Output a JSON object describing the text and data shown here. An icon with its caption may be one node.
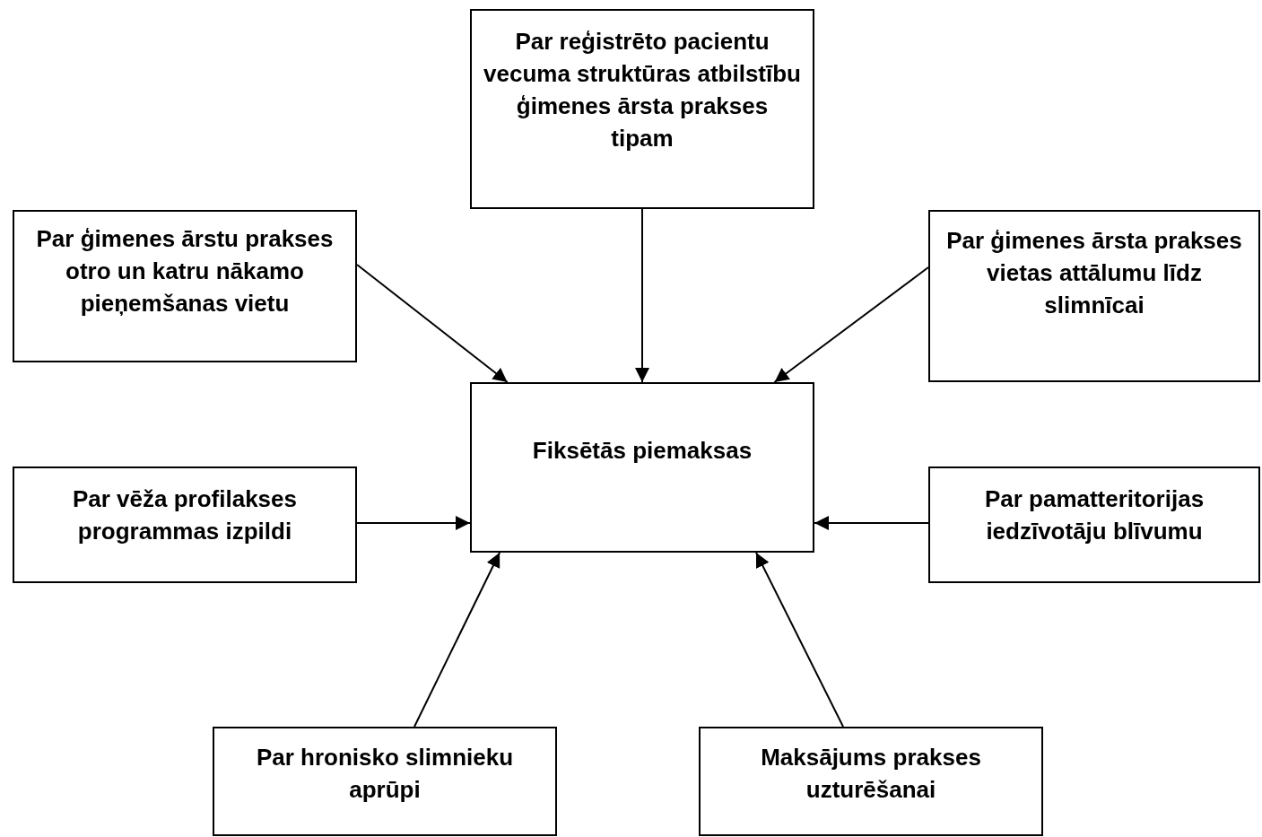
{
  "diagram": {
    "nodes": [
      {
        "text": [
          "Par reģistrēto pacientu vecuma struktūras atbilstību ģimenes ārsta prakses tipam"
        ]
      },
      {
        "text": [
          "Par ģimenes ārstu prakses otro un katru nākamo pieņemšanas vietu"
        ]
      },
      {
        "text": [
          "Par ģimenes ārsta prakses vietas attālumu līdz slimnīcai"
        ]
      },
      {
        "text": [
          "Fiksētās piemaksas"
        ]
      },
      {
        "text": [
          "Par vēža profilakses programmas izpildi"
        ]
      },
      {
        "text": [
          "Par pamatteritorijas iedzīvotāju blīvumu"
        ]
      },
      {
        "text": [
          "Par hronisko slimnieku aprūpi"
        ]
      },
      {
        "text": [
          "Maksājums prakses uzturēšanai"
        ]
      }
    ],
    "edges": [
      {
        "from": 0,
        "to": 3,
        "arrow": "to"
      },
      {
        "from": 1,
        "to": 3,
        "arrow": "to"
      },
      {
        "from": 2,
        "to": 3,
        "arrow": "to"
      },
      {
        "from": 4,
        "to": 3,
        "arrow": "to"
      },
      {
        "from": 5,
        "to": 3,
        "arrow": "to"
      },
      {
        "from": 6,
        "to": 3,
        "arrow": "to"
      },
      {
        "from": 7,
        "to": 3,
        "arrow": "to"
      }
    ]
  }
}
